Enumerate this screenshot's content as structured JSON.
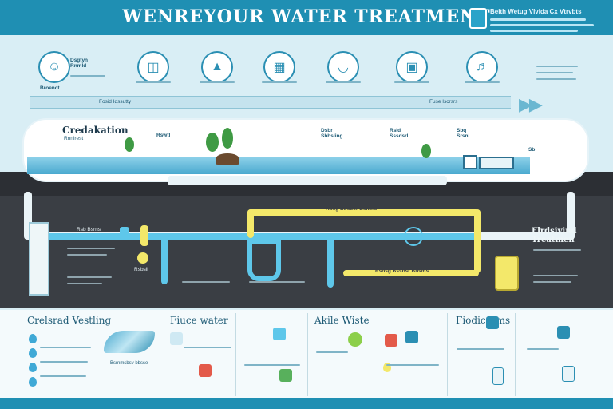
{
  "header": {
    "title": "WENREYOUR WATER TREATMENT",
    "brand_line1": "Beith Wetug Vlvida Cx Vtrvbts"
  },
  "steps": [
    {
      "label": "Dsgtyn\nRnmld",
      "icon": "person-icon"
    },
    {
      "label": "",
      "icon": "jar-icon"
    },
    {
      "label": "",
      "icon": "bottle-icon"
    },
    {
      "label": "",
      "icon": "filter-icon"
    },
    {
      "label": "",
      "icon": "bowl-icon"
    },
    {
      "label": "",
      "icon": "tank-icon"
    },
    {
      "label": "",
      "icon": "bottles-icon"
    }
  ],
  "band": {
    "left_label": "Fosid Idssutty",
    "right_label": "Fuse Iscrsrs",
    "start_label": "Broenct"
  },
  "river": {
    "title": "Credakation",
    "subtitle": "Rnnlrest",
    "items": [
      {
        "label": "Rswtl"
      },
      {
        "label": "Dsbr\nSbbsling"
      },
      {
        "label": "Rsld\nSssdsrl"
      },
      {
        "label": "Sbq\nSrsnl"
      }
    ],
    "side": "Sb"
  },
  "underground": {
    "label_yellow": "Rbsg Bbsbsr Bsltsrs",
    "label_yellow2": "Rsbsg Bssbsr Bbsms",
    "label_pipe": "Rsb Bsrns",
    "right_title": "Flrdsivind\nTreatmen",
    "left_label": "Rsbsll"
  },
  "bottom": {
    "cols": [
      {
        "title": "Crelsrad Vestling"
      },
      {
        "title": "Fiuce water"
      },
      {
        "title": "Akile Wiste"
      },
      {
        "title": "Fiodic Ifms"
      }
    ],
    "tag": "Bsrnmsbsv bbsse"
  }
}
